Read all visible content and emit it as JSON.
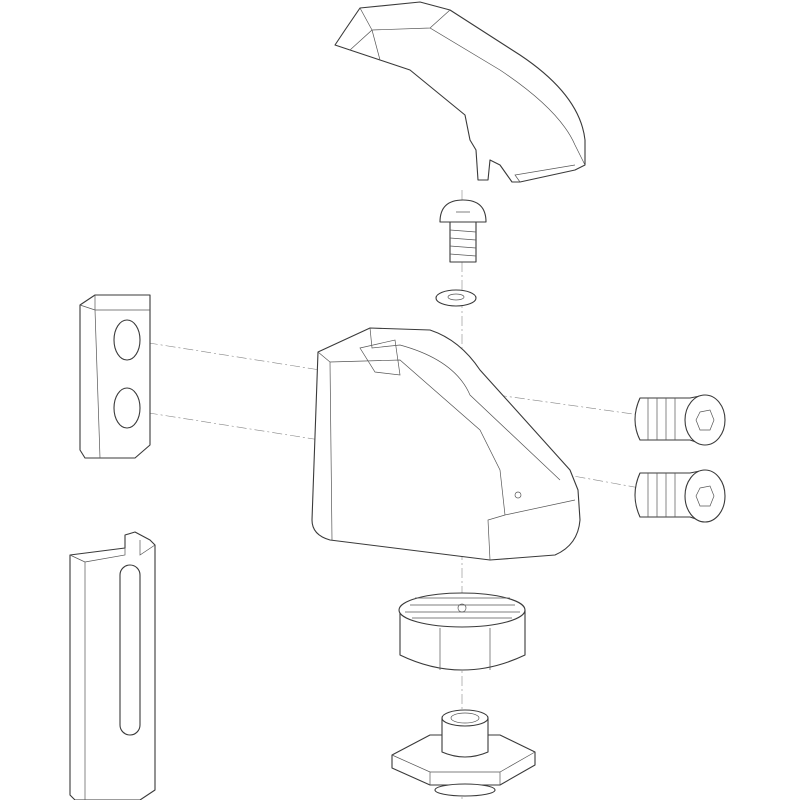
{
  "drawing": {
    "line_color": "#3a3a3a",
    "centerline_color": "#888888",
    "background": "#ffffff",
    "parts": [
      "lever-handle",
      "button-head-screw",
      "washer",
      "main-body",
      "clamp-plate",
      "countersunk-screw",
      "countersunk-screw",
      "knurled-wheel",
      "flanged-nut",
      "channel-bracket"
    ]
  }
}
